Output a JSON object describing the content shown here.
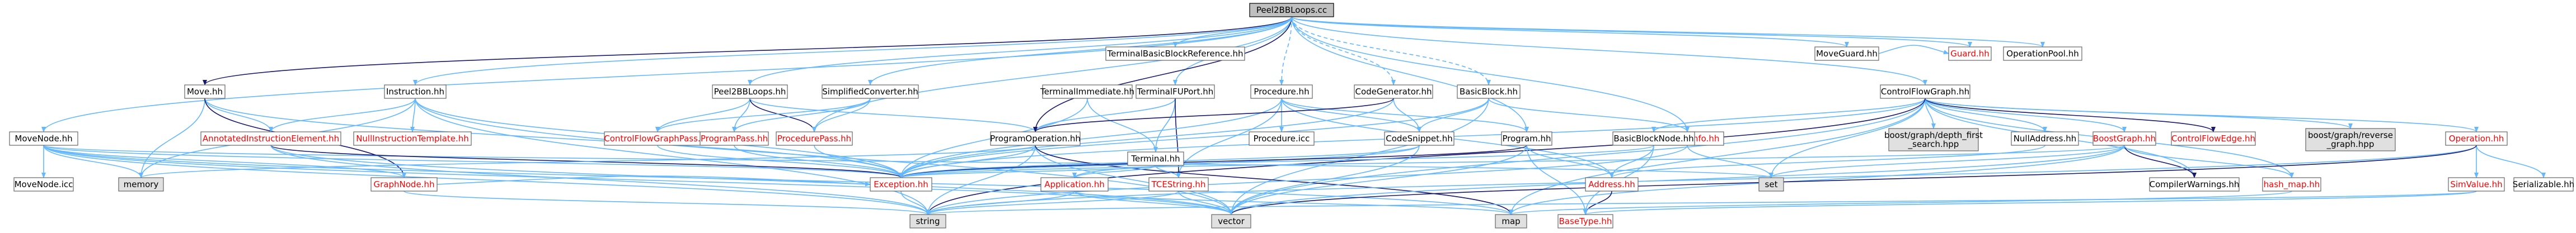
{
  "colors": {
    "edge_blue": "#63b8ff",
    "edge_dark": "#191970",
    "node_border": "#666666",
    "root_fill": "#bfbfbf",
    "system_fill": "#e0e0e0",
    "missing_text": "#ff0000"
  },
  "root": "Peel2BBLoops.cc",
  "nodes": [
    {
      "id": "root",
      "label": "Peel2BBLoops.cc",
      "kind": "root"
    },
    {
      "id": "tbbref",
      "label": "TerminalBasicBlockReference.hh",
      "kind": "normal"
    },
    {
      "id": "moveguard",
      "label": "MoveGuard.hh",
      "kind": "normal"
    },
    {
      "id": "guard",
      "label": "Guard.hh",
      "kind": "missing"
    },
    {
      "id": "oppool",
      "label": "OperationPool.hh",
      "kind": "normal"
    },
    {
      "id": "move",
      "label": "Move.hh",
      "kind": "normal"
    },
    {
      "id": "instruction",
      "label": "Instruction.hh",
      "kind": "normal"
    },
    {
      "id": "peelhh",
      "label": "Peel2BBLoops.hh",
      "kind": "normal"
    },
    {
      "id": "simplifiedconv",
      "label": "SimplifiedConverter.hh",
      "kind": "normal"
    },
    {
      "id": "termimm",
      "label": "TerminalImmediate.hh",
      "kind": "normal"
    },
    {
      "id": "termfuport",
      "label": "TerminalFUPort.hh",
      "kind": "normal"
    },
    {
      "id": "procedurehh",
      "label": "Procedure.hh",
      "kind": "normal"
    },
    {
      "id": "codegen",
      "label": "CodeGenerator.hh",
      "kind": "normal"
    },
    {
      "id": "basicblock",
      "label": "BasicBlock.hh",
      "kind": "normal"
    },
    {
      "id": "cfg",
      "label": "ControlFlowGraph.hh",
      "kind": "normal"
    },
    {
      "id": "movenode",
      "label": "MoveNode.hh",
      "kind": "normal"
    },
    {
      "id": "annotinstr",
      "label": "AnnotatedInstructionElement.hh",
      "kind": "missing"
    },
    {
      "id": "nullinstrtpl",
      "label": "NullInstructionTemplate.hh",
      "kind": "missing"
    },
    {
      "id": "cfgpass",
      "label": "ControlFlowGraphPass.hh",
      "kind": "missing"
    },
    {
      "id": "programpass",
      "label": "ProgramPass.hh",
      "kind": "missing"
    },
    {
      "id": "procedurepass",
      "label": "ProcedurePass.hh",
      "kind": "missing"
    },
    {
      "id": "progop",
      "label": "ProgramOperation.hh",
      "kind": "normal"
    },
    {
      "id": "terminal",
      "label": "Terminal.hh",
      "kind": "normal"
    },
    {
      "id": "procedurecc",
      "label": "Procedure.icc",
      "kind": "normal"
    },
    {
      "id": "codesnippet",
      "label": "CodeSnippet.hh",
      "kind": "normal"
    },
    {
      "id": "programhh",
      "label": "Program.hh",
      "kind": "normal"
    },
    {
      "id": "machineinfo",
      "label": "MachineInfo.hh",
      "kind": "missing"
    },
    {
      "id": "bbnode",
      "label": "BasicBlockNode.hh",
      "kind": "normal"
    },
    {
      "id": "dfs",
      "label": "boost/graph/depth_first\n_search.hpp",
      "kind": "system"
    },
    {
      "id": "nulladdr",
      "label": "NullAddress.hh",
      "kind": "normal"
    },
    {
      "id": "boostgraph",
      "label": "BoostGraph.hh",
      "kind": "missing"
    },
    {
      "id": "cfedge",
      "label": "ControlFlowEdge.hh",
      "kind": "missing"
    },
    {
      "id": "reversegraph",
      "label": "boost/graph/reverse\n_graph.hpp",
      "kind": "system"
    },
    {
      "id": "operation",
      "label": "Operation.hh",
      "kind": "missing"
    },
    {
      "id": "movenodeicc",
      "label": "MoveNode.icc",
      "kind": "normal"
    },
    {
      "id": "memory",
      "label": "memory",
      "kind": "system"
    },
    {
      "id": "graphnode",
      "label": "GraphNode.hh",
      "kind": "missing"
    },
    {
      "id": "exception",
      "label": "Exception.hh",
      "kind": "missing"
    },
    {
      "id": "application",
      "label": "Application.hh",
      "kind": "missing"
    },
    {
      "id": "tcestring",
      "label": "TCEString.hh",
      "kind": "missing"
    },
    {
      "id": "address",
      "label": "Address.hh",
      "kind": "missing"
    },
    {
      "id": "set",
      "label": "set",
      "kind": "system"
    },
    {
      "id": "compilerwarn",
      "label": "CompilerWarnings.hh",
      "kind": "normal"
    },
    {
      "id": "hashmap",
      "label": "hash_map.hh",
      "kind": "missing"
    },
    {
      "id": "simvalue",
      "label": "SimValue.hh",
      "kind": "missing"
    },
    {
      "id": "serializable",
      "label": "Serializable.hh",
      "kind": "normal"
    },
    {
      "id": "string",
      "label": "string",
      "kind": "system"
    },
    {
      "id": "vector",
      "label": "vector",
      "kind": "system"
    },
    {
      "id": "map",
      "label": "map",
      "kind": "system"
    },
    {
      "id": "basetype",
      "label": "BaseType.hh",
      "kind": "missing"
    }
  ],
  "edges": [
    [
      "root",
      "tbbref"
    ],
    [
      "root",
      "moveguard"
    ],
    [
      "root",
      "guard"
    ],
    [
      "root",
      "oppool"
    ],
    [
      "root",
      "move"
    ],
    [
      "root",
      "instruction"
    ],
    [
      "root",
      "peelhh"
    ],
    [
      "root",
      "simplifiedconv"
    ],
    [
      "root",
      "termfuport"
    ],
    [
      "root",
      "procedurehh"
    ],
    [
      "root",
      "codegen"
    ],
    [
      "root",
      "basicblock"
    ],
    [
      "root",
      "cfg"
    ],
    [
      "root",
      "progop"
    ],
    [
      "root",
      "programhh"
    ],
    [
      "root",
      "machineinfo"
    ],
    [
      "root",
      "movenode"
    ],
    [
      "root",
      "procedurepass"
    ],
    [
      "moveguard",
      "guard"
    ],
    [
      "move",
      "annotinstr"
    ],
    [
      "move",
      "memory"
    ],
    [
      "move",
      "exception"
    ],
    [
      "move",
      "graphnode"
    ],
    [
      "instruction",
      "annotinstr"
    ],
    [
      "instruction",
      "nullinstrtpl"
    ],
    [
      "instruction",
      "exception"
    ],
    [
      "instruction",
      "string"
    ],
    [
      "instruction",
      "vector"
    ],
    [
      "instruction",
      "memory"
    ],
    [
      "peelhh",
      "cfgpass"
    ],
    [
      "peelhh",
      "programpass"
    ],
    [
      "peelhh",
      "procedurepass"
    ],
    [
      "peelhh",
      "progop"
    ],
    [
      "simplifiedconv",
      "programpass"
    ],
    [
      "simplifiedconv",
      "procedurepass"
    ],
    [
      "simplifiedconv",
      "cfgpass"
    ],
    [
      "termimm",
      "terminal"
    ],
    [
      "termimm",
      "exception"
    ],
    [
      "termfuport",
      "terminal"
    ],
    [
      "termfuport",
      "progop"
    ],
    [
      "termfuport",
      "tcestring"
    ],
    [
      "procedurehh",
      "procedurecc"
    ],
    [
      "procedurehh",
      "codesnippet"
    ],
    [
      "procedurehh",
      "address"
    ],
    [
      "procedurehh",
      "exception"
    ],
    [
      "procedurehh",
      "programhh"
    ],
    [
      "procedurehh",
      "tcestring"
    ],
    [
      "codegen",
      "codesnippet"
    ],
    [
      "codegen",
      "exception"
    ],
    [
      "codegen",
      "progop"
    ],
    [
      "basicblock",
      "codesnippet"
    ],
    [
      "basicblock",
      "machineinfo"
    ],
    [
      "basicblock",
      "exception"
    ],
    [
      "basicblock",
      "vector"
    ],
    [
      "cfg",
      "bbnode"
    ],
    [
      "cfg",
      "dfs"
    ],
    [
      "cfg",
      "nulladdr"
    ],
    [
      "cfg",
      "boostgraph"
    ],
    [
      "cfg",
      "cfedge"
    ],
    [
      "cfg",
      "reversegraph"
    ],
    [
      "cfg",
      "operation"
    ],
    [
      "cfg",
      "hashmap"
    ],
    [
      "cfg",
      "compilerwarn"
    ],
    [
      "cfg",
      "exception"
    ],
    [
      "cfg",
      "vector"
    ],
    [
      "cfg",
      "map"
    ],
    [
      "cfg",
      "set"
    ],
    [
      "cfg",
      "string"
    ],
    [
      "movenode",
      "movenodeicc"
    ],
    [
      "movenode",
      "memory"
    ],
    [
      "movenode",
      "graphnode"
    ],
    [
      "movenode",
      "exception"
    ],
    [
      "movenode",
      "string"
    ],
    [
      "movenode",
      "vector"
    ],
    [
      "movenode",
      "map"
    ],
    [
      "movenode",
      "set"
    ],
    [
      "annotinstr",
      "exception"
    ],
    [
      "annotinstr",
      "vector"
    ],
    [
      "annotinstr",
      "string"
    ],
    [
      "cfgpass",
      "exception"
    ],
    [
      "programpass",
      "exception"
    ],
    [
      "procedurepass",
      "exception"
    ],
    [
      "progop",
      "exception"
    ],
    [
      "progop",
      "string"
    ],
    [
      "progop",
      "vector"
    ],
    [
      "progop",
      "map"
    ],
    [
      "progop",
      "memory"
    ],
    [
      "terminal",
      "exception"
    ],
    [
      "terminal",
      "tcestring"
    ],
    [
      "terminal",
      "application"
    ],
    [
      "codesnippet",
      "exception"
    ],
    [
      "codesnippet",
      "application"
    ],
    [
      "codesnippet",
      "vector"
    ],
    [
      "programhh",
      "address"
    ],
    [
      "programhh",
      "exception"
    ],
    [
      "programhh",
      "vector"
    ],
    [
      "programhh",
      "basetype"
    ],
    [
      "machineinfo",
      "set"
    ],
    [
      "machineinfo",
      "string"
    ],
    [
      "bbnode",
      "address"
    ],
    [
      "bbnode",
      "exception"
    ],
    [
      "bbnode",
      "basetype"
    ],
    [
      "nulladdr",
      "address"
    ],
    [
      "boostgraph",
      "compilerwarn"
    ],
    [
      "boostgraph",
      "hashmap"
    ],
    [
      "boostgraph",
      "exception"
    ],
    [
      "boostgraph",
      "vector"
    ],
    [
      "boostgraph",
      "map"
    ],
    [
      "boostgraph",
      "set"
    ],
    [
      "operation",
      "simvalue"
    ],
    [
      "operation",
      "serializable"
    ],
    [
      "operation",
      "string"
    ],
    [
      "operation",
      "vector"
    ],
    [
      "graphnode",
      "exception"
    ],
    [
      "graphnode",
      "string"
    ],
    [
      "exception",
      "string"
    ],
    [
      "application",
      "string"
    ],
    [
      "application",
      "vector"
    ],
    [
      "application",
      "map"
    ],
    [
      "tcestring",
      "string"
    ],
    [
      "tcestring",
      "vector"
    ],
    [
      "address",
      "basetype"
    ],
    [
      "hashmap",
      "map"
    ],
    [
      "simvalue",
      "basetype"
    ],
    [
      "simvalue",
      "string"
    ]
  ]
}
